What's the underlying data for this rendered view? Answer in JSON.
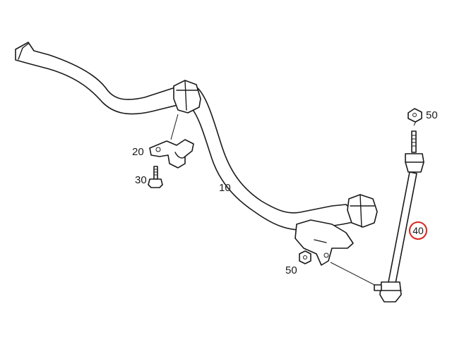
{
  "diagram": {
    "callouts": [
      {
        "id": "p10",
        "label": "10",
        "highlight": false
      },
      {
        "id": "p20",
        "label": "20",
        "highlight": false
      },
      {
        "id": "p30",
        "label": "30",
        "highlight": false
      },
      {
        "id": "p40",
        "label": "40",
        "highlight": true
      },
      {
        "id": "p50a",
        "label": "50",
        "highlight": false
      },
      {
        "id": "p50b",
        "label": "50",
        "highlight": false
      }
    ],
    "colors": {
      "line": "#1a1a1a",
      "highlight_circle": "#d9261c",
      "background": "#ffffff"
    }
  }
}
